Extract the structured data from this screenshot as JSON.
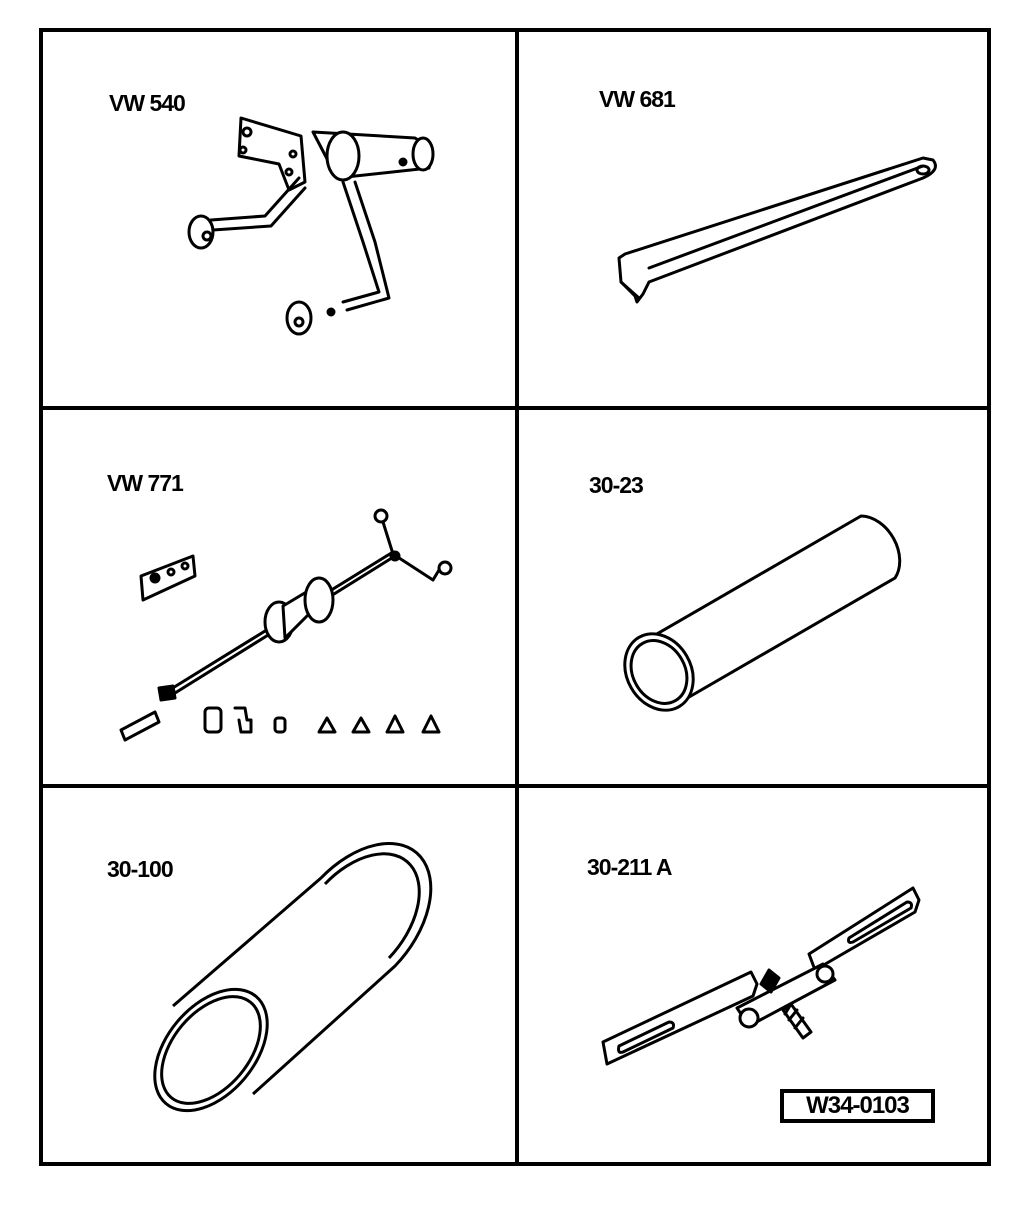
{
  "tools": [
    {
      "id": "VW 540"
    },
    {
      "id": "VW 681"
    },
    {
      "id": "VW 771"
    },
    {
      "id": "30-23"
    },
    {
      "id": "30-100"
    },
    {
      "id": "30-211 A"
    }
  ],
  "reference": "W34-0103",
  "icons": [
    "puller-bracket-icon",
    "pin-wrench-icon",
    "slide-hammer-set-icon",
    "tube-sleeve-icon",
    "drift-sleeve-icon",
    "adjustable-bar-icon"
  ]
}
